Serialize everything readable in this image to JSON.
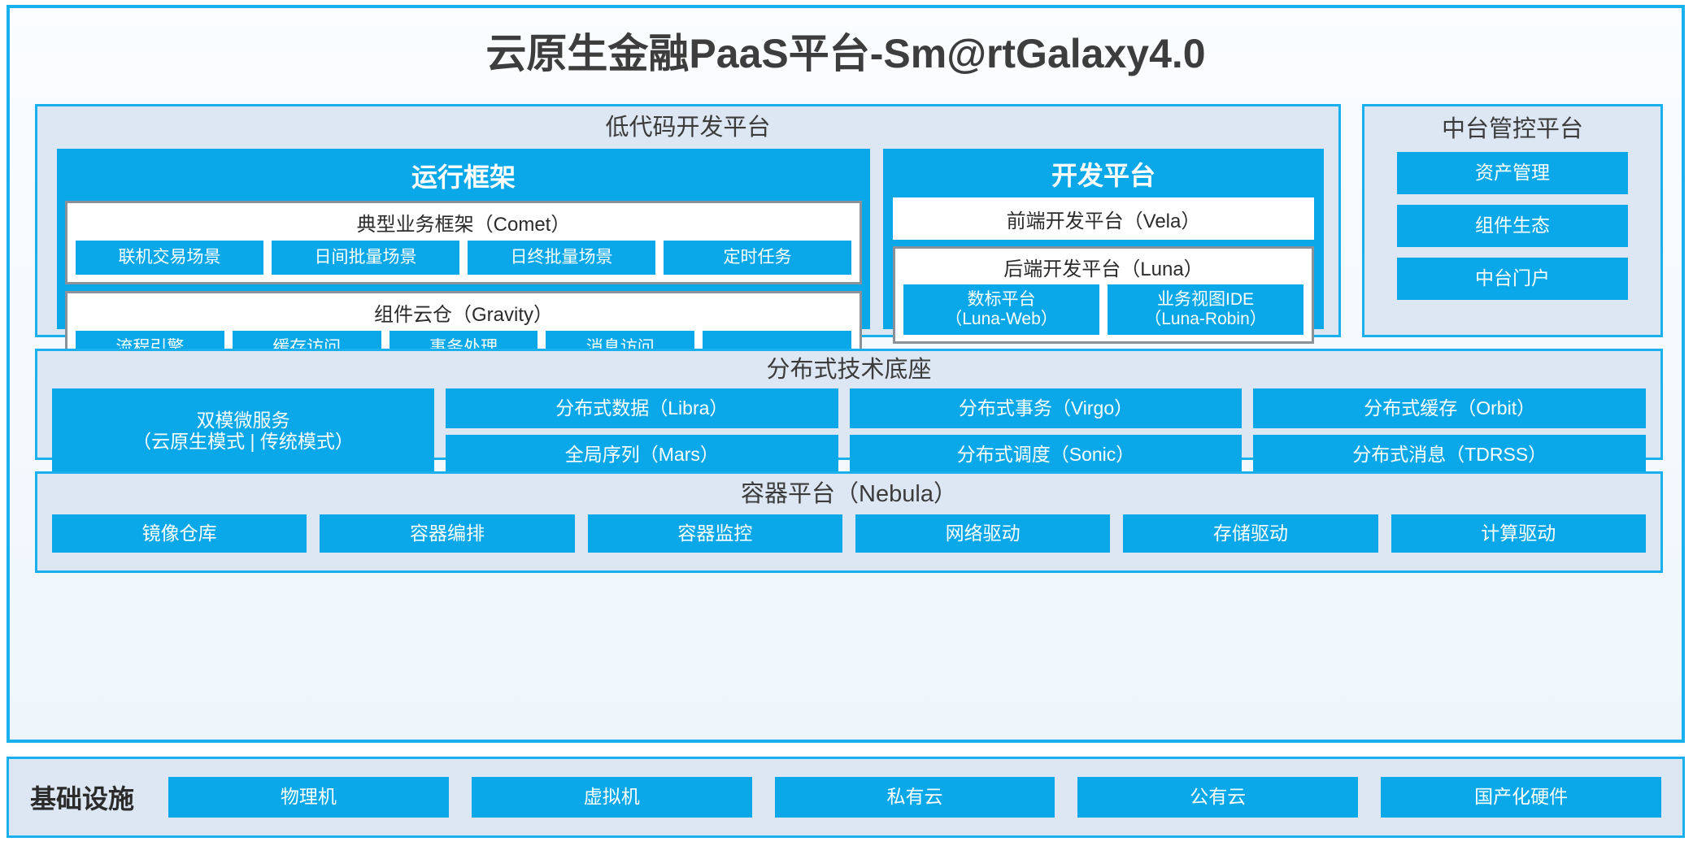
{
  "title": "云原生金融PaaS平台-Sm@rtGalaxy4.0",
  "colors": {
    "accent": "#0aa8e8",
    "panel_border": "#1ab0ef",
    "panel_bg": "#dde7f3",
    "inner_border": "#8a9199",
    "text_dark": "#3b3b3b"
  },
  "lowcode": {
    "title": "低代码开发平台",
    "runtime": {
      "title": "运行框架",
      "comet": {
        "title": "典型业务框架（Comet）",
        "items": [
          "联机交易场景",
          "日间批量场景",
          "日终批量场景",
          "定时任务"
        ]
      },
      "gravity": {
        "title": "组件云仓（Gravity）",
        "items": [
          "流程引擎",
          "缓存访问",
          "事务处理",
          "消息访问",
          "……"
        ]
      }
    },
    "dev": {
      "title": "开发平台",
      "vela": "前端开发平台（Vela）",
      "luna": {
        "title": "后端开发平台（Luna）",
        "items": [
          {
            "name": "数标平台",
            "code": "（Luna-Web）"
          },
          {
            "name": "业务视图IDE",
            "code": "（Luna-Robin）"
          }
        ]
      }
    }
  },
  "midplatform": {
    "title": "中台管控平台",
    "items": [
      "资产管理",
      "组件生态",
      "中台门户"
    ]
  },
  "tech": {
    "title": "分布式技术底座",
    "dual_mode": {
      "name": "双模微服务",
      "modes": "（云原生模式 | 传统模式）"
    },
    "columns": [
      [
        "分布式数据（Libra）",
        "全局序列（Mars）"
      ],
      [
        "分布式事务（Virgo）",
        "分布式调度（Sonic）"
      ],
      [
        "分布式缓存（Orbit）",
        "分布式消息（TDRSS）"
      ]
    ]
  },
  "container": {
    "title": "容器平台（Nebula）",
    "items": [
      "镜像仓库",
      "容器编排",
      "容器监控",
      "网络驱动",
      "存储驱动",
      "计算驱动"
    ]
  },
  "infrastructure": {
    "label": "基础设施",
    "items": [
      "物理机",
      "虚拟机",
      "私有云",
      "公有云",
      "国产化硬件"
    ]
  }
}
